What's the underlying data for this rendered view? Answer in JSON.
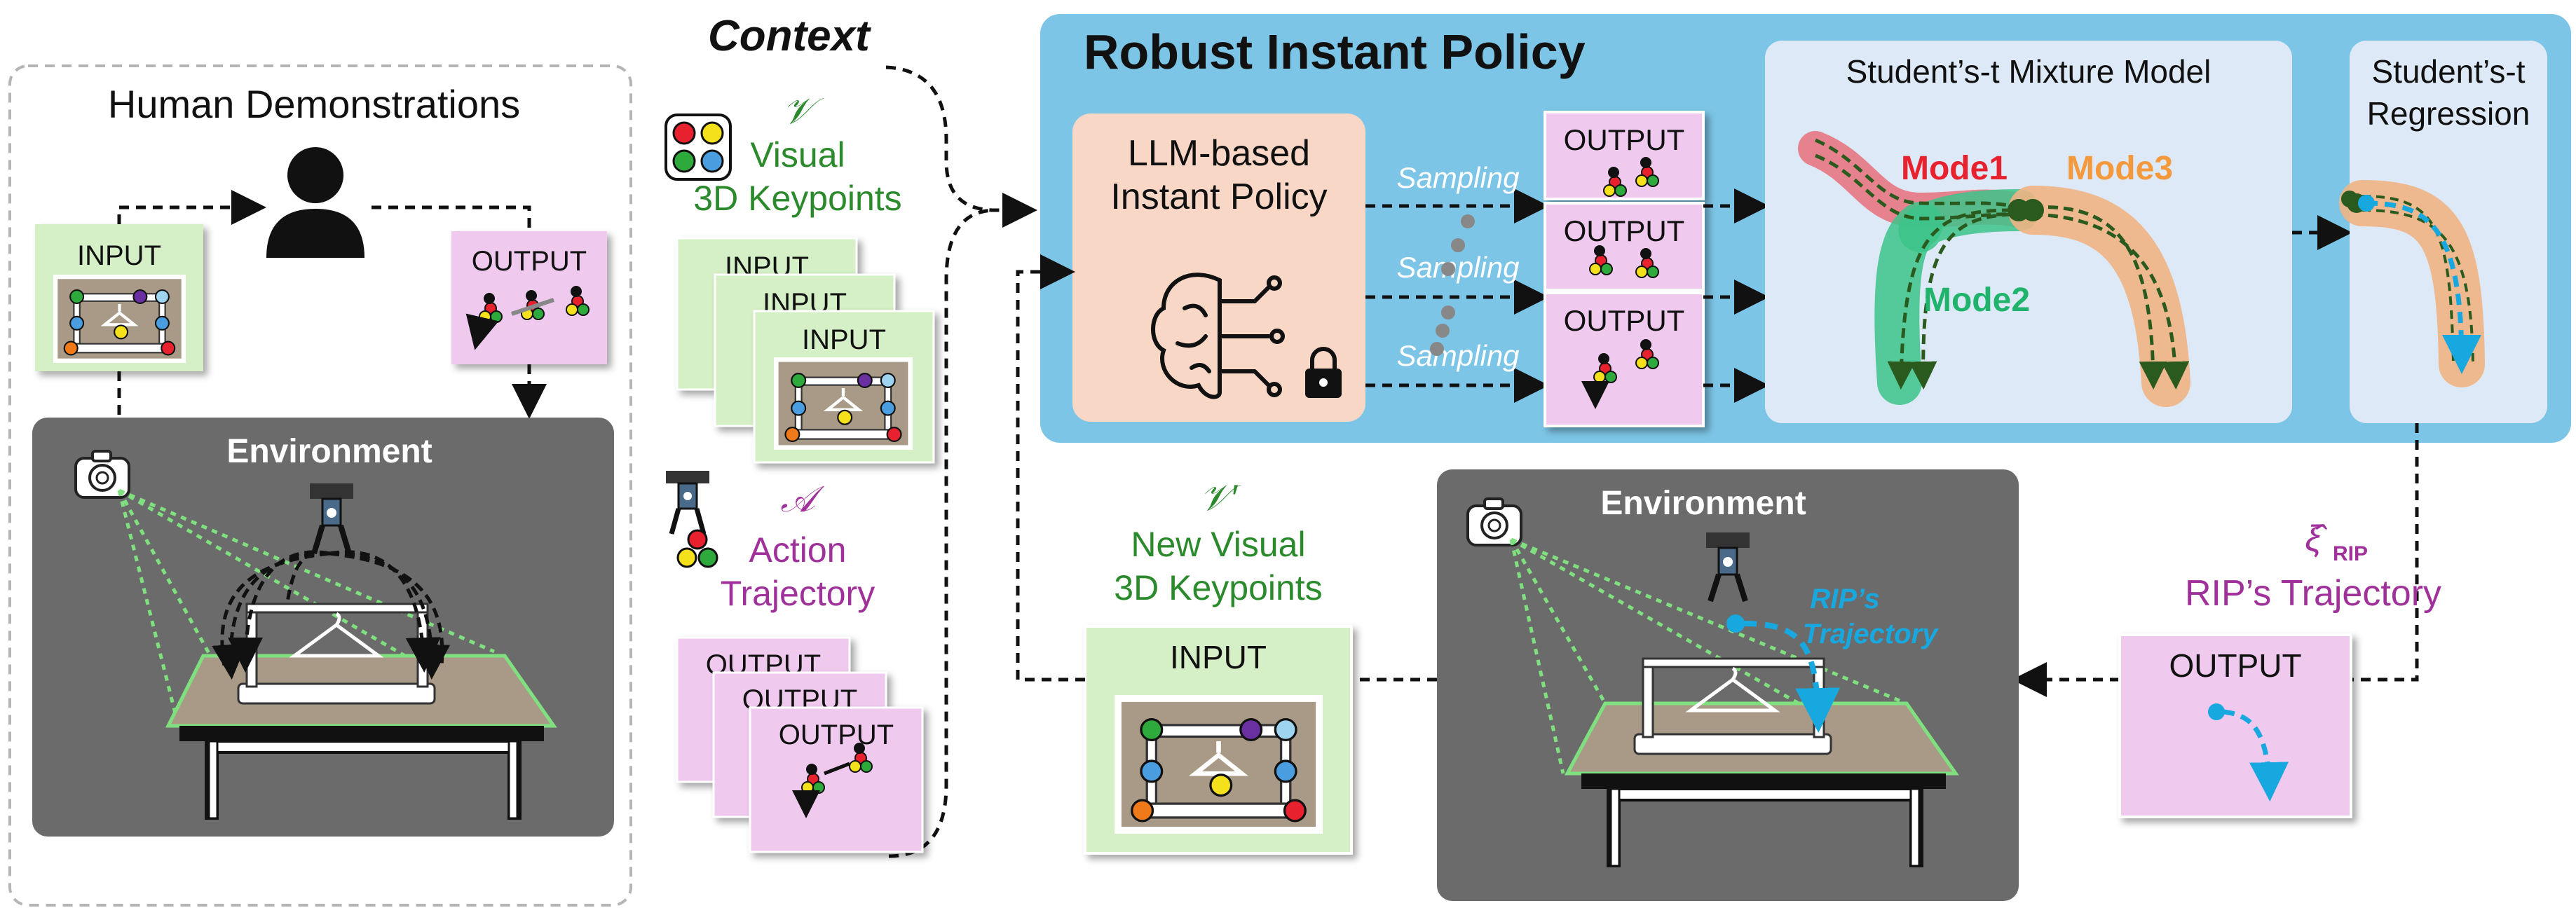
{
  "human_demos": {
    "title": "Human Demonstrations",
    "input_label": "INPUT",
    "output_label": "OUTPUT",
    "environment_label": "Environment"
  },
  "context": {
    "title": "Context",
    "visual_symbol": "𝒱",
    "visual_line1": "Visual",
    "visual_line2": "3D Keypoints",
    "input_labels": [
      "INPUT",
      "INPUT",
      "INPUT"
    ],
    "action_symbol": "𝒜",
    "action_line1": "Action",
    "action_line2": "Trajectory",
    "output_labels": [
      "OUTPUT",
      "OUTPUT",
      "OUTPUT"
    ]
  },
  "rip": {
    "title": "Robust Instant Policy",
    "llm_line1": "LLM-based",
    "llm_line2": "Instant Policy",
    "sampling_labels": [
      "Sampling",
      "Sampling",
      "Sampling"
    ],
    "output_labels": [
      "OUTPUT",
      "OUTPUT",
      "OUTPUT"
    ],
    "mixture_title": "Student’s-t Mixture Model",
    "mode1": "Mode1",
    "mode2": "Mode2",
    "mode3": "Mode3",
    "regression_line1": "Student’s-t",
    "regression_line2": "Regression"
  },
  "bottom": {
    "new_symbol": "𝒱′",
    "new_line1": "New Visual",
    "new_line2": "3D Keypoints",
    "input_label": "INPUT",
    "environment_label": "Environment",
    "rip_traj_line1": "RIP’s",
    "rip_traj_line2": "Trajectory",
    "xi_symbol": "ξ̂",
    "xi_subscript": "RIP",
    "rip_trajectory_label": "RIP’s Trajectory",
    "output_label": "OUTPUT"
  },
  "colors": {
    "input_green": "#d5f0c6",
    "output_pink": "#f0c9ee",
    "llm_peach": "#f8d7c6",
    "rip_blue": "#7cc5e6",
    "panel_light": "#dde9f6",
    "env_gray": "#6b6b6b",
    "mode1_red": "#e8212f",
    "mode2_green": "#1fb36b",
    "mode3_orange": "#f59a3c",
    "traj_cyan": "#18a8e0",
    "keypoint_green": "#80e080"
  }
}
